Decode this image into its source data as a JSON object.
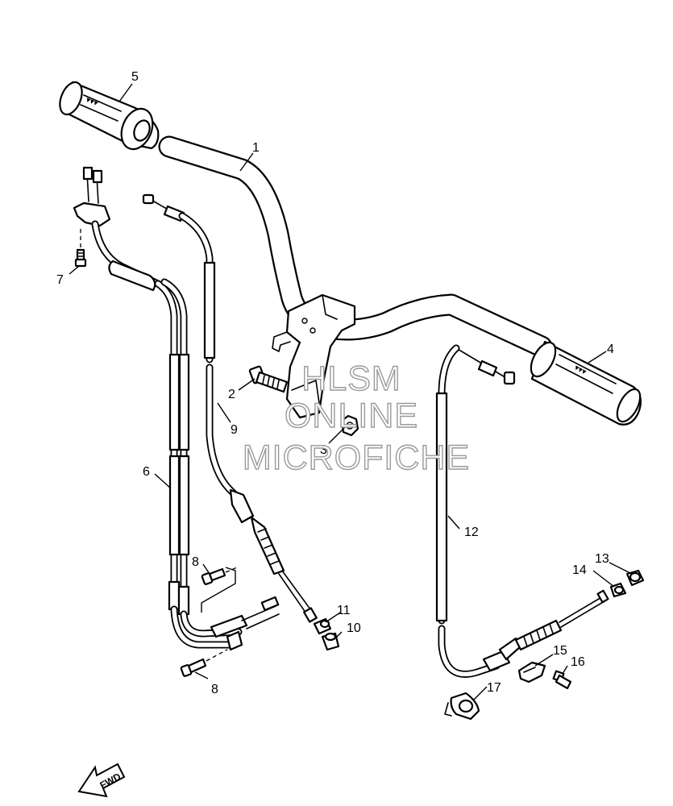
{
  "watermark": {
    "line1": "HLSM",
    "line2": "ONLINE",
    "line3": "MICROFICHE"
  },
  "direction_arrow": {
    "label": "FWD"
  },
  "callouts": [
    {
      "id": "1",
      "part": "handlebar"
    },
    {
      "id": "2",
      "part": "bolt"
    },
    {
      "id": "3",
      "part": "nut"
    },
    {
      "id": "4",
      "part": "grip-right"
    },
    {
      "id": "5",
      "part": "grip-left-throttle"
    },
    {
      "id": "6",
      "part": "throttle-cable"
    },
    {
      "id": "7",
      "part": "screw"
    },
    {
      "id": "8",
      "part": "screw"
    },
    {
      "id": "8",
      "part": "screw"
    },
    {
      "id": "9",
      "part": "cable"
    },
    {
      "id": "10",
      "part": "nut"
    },
    {
      "id": "11",
      "part": "nut"
    },
    {
      "id": "12",
      "part": "cable"
    },
    {
      "id": "13",
      "part": "nut"
    },
    {
      "id": "14",
      "part": "nut"
    },
    {
      "id": "15",
      "part": "holder"
    },
    {
      "id": "16",
      "part": "bolt"
    },
    {
      "id": "17",
      "part": "clamp"
    }
  ]
}
